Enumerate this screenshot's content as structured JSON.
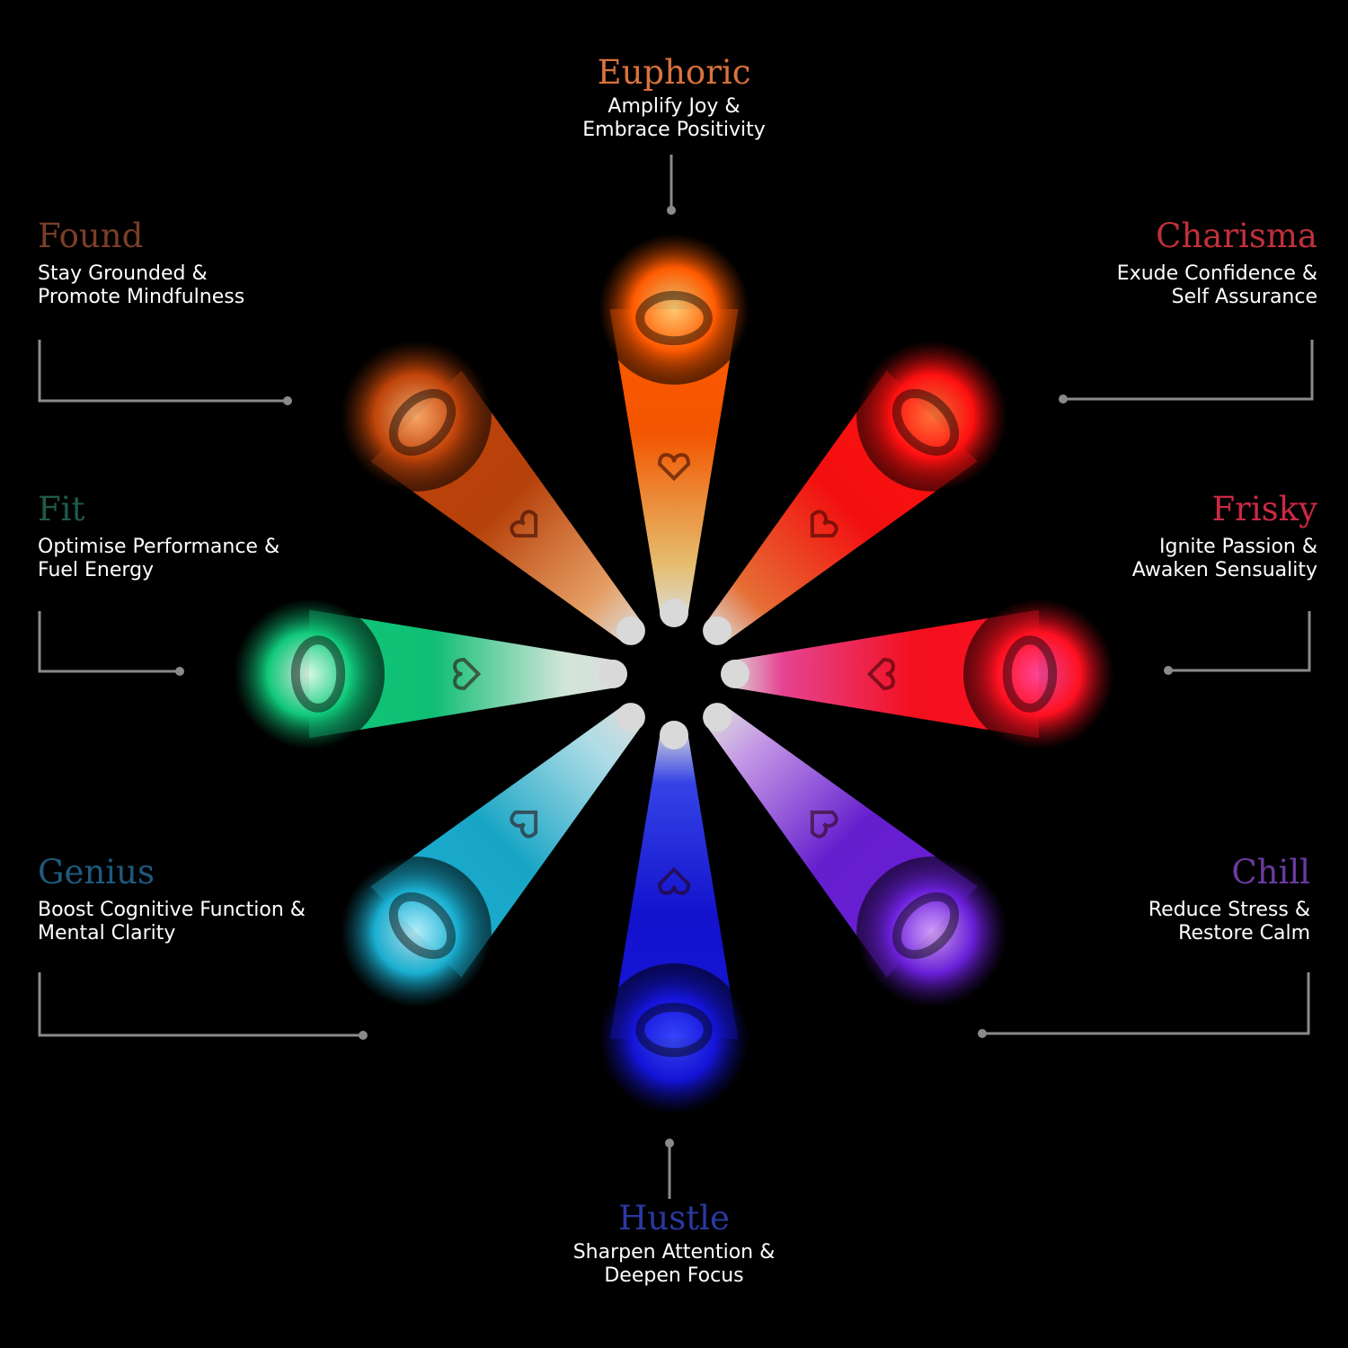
{
  "effects": [
    {
      "id": "euphoric",
      "title": "Euphoric",
      "line1": "Amplify Joy &",
      "line2": "Embrace Positivity",
      "color": "#d9733c",
      "vial_color": "#ff5a00",
      "vial_color_light": "#ffd27a"
    },
    {
      "id": "charisma",
      "title": "Charisma",
      "line1": "Exude Confidence &",
      "line2": "Self Assurance",
      "color": "#c0303a",
      "vial_color": "#ff1010",
      "vial_color_light": "#ff7a3a"
    },
    {
      "id": "frisky",
      "title": "Frisky",
      "line1": "Ignite Passion &",
      "line2": "Awaken Sensuality",
      "color": "#c92a44",
      "vial_color": "#ff1020",
      "vial_color_light": "#ff4aa0"
    },
    {
      "id": "chill",
      "title": "Chill",
      "line1": "Reduce Stress &",
      "line2": "Restore Calm",
      "color": "#6a3aa0",
      "vial_color": "#6a1fd8",
      "vial_color_light": "#d9a8ff"
    },
    {
      "id": "hustle",
      "title": "Hustle",
      "line1": "Sharpen Attention &",
      "line2": "Deepen Focus",
      "color": "#2a3aa0",
      "vial_color": "#1414d8",
      "vial_color_light": "#3a4aff"
    },
    {
      "id": "genius",
      "title": "Genius",
      "line1": "Boost Cognitive Function &",
      "line2": "Mental Clarity",
      "color": "#1e5a7e",
      "vial_color": "#1aaed0",
      "vial_color_light": "#bff4ff"
    },
    {
      "id": "fit",
      "title": "Fit",
      "line1": "Optimise Performance &",
      "line2": "Fuel Energy",
      "color": "#1e5a4a",
      "vial_color": "#10c87a",
      "vial_color_light": "#e8fff0"
    },
    {
      "id": "found",
      "title": "Found",
      "line1": "Stay Grounded &",
      "line2": "Promote Mindfulness",
      "color": "#7a3e28",
      "vial_color": "#c0440a",
      "vial_color_light": "#ffb070"
    }
  ]
}
